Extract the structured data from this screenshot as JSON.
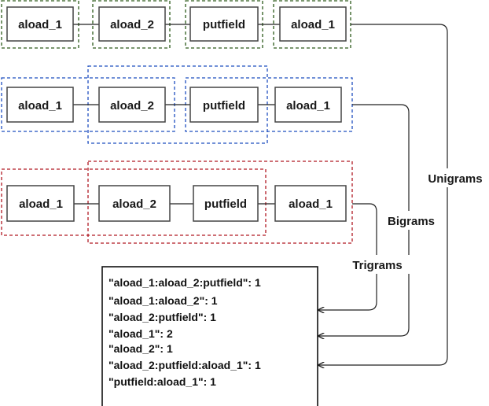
{
  "rows": [
    {
      "nodes": [
        "aload_1",
        "aload_2",
        "putfield",
        "aload_1"
      ],
      "label": "Unigrams"
    },
    {
      "nodes": [
        "aload_1",
        "aload_2",
        "putfield",
        "aload_1"
      ],
      "label": "Bigrams"
    },
    {
      "nodes": [
        "aload_1",
        "aload_2",
        "putfield",
        "aload_1"
      ],
      "label": "Trigrams"
    }
  ],
  "counts": [
    "\"aload_1:aload_2:putfield\": 1",
    "\"aload_1:aload_2\": 1",
    "\"aload_2:putfield\": 1",
    "\"aload_1\": 2",
    "\"aload_2\": 1",
    "\"aload_2:putfield:aload_1\": 1",
    "\"putfield:aload_1\": 1"
  ],
  "colors": {
    "unigram": "#2d5a1b",
    "bigram": "#1f4fbf",
    "trigram": "#b01923",
    "node_border": "#444444",
    "line": "#222222"
  }
}
